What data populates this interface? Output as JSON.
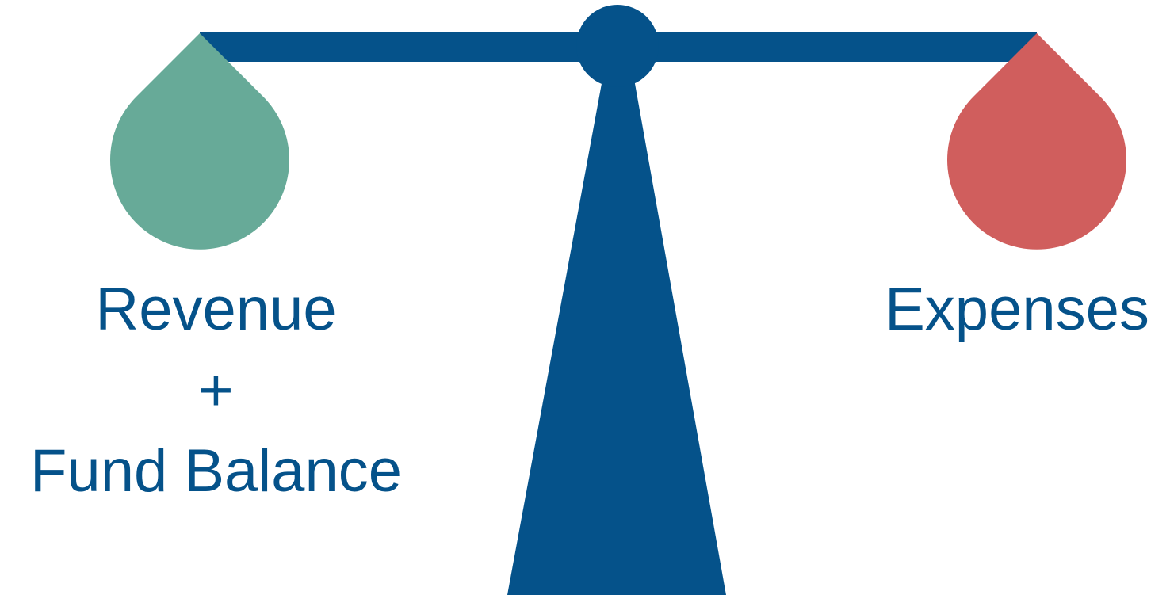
{
  "colors": {
    "beam": "#05528a",
    "left_pan": "#67aa98",
    "right_pan": "#d05e5d",
    "text": "#05528a"
  },
  "left_side": {
    "line1": "Revenue",
    "line2": "+",
    "line3": "Fund Balance"
  },
  "right_side": {
    "line1": "Expenses"
  }
}
